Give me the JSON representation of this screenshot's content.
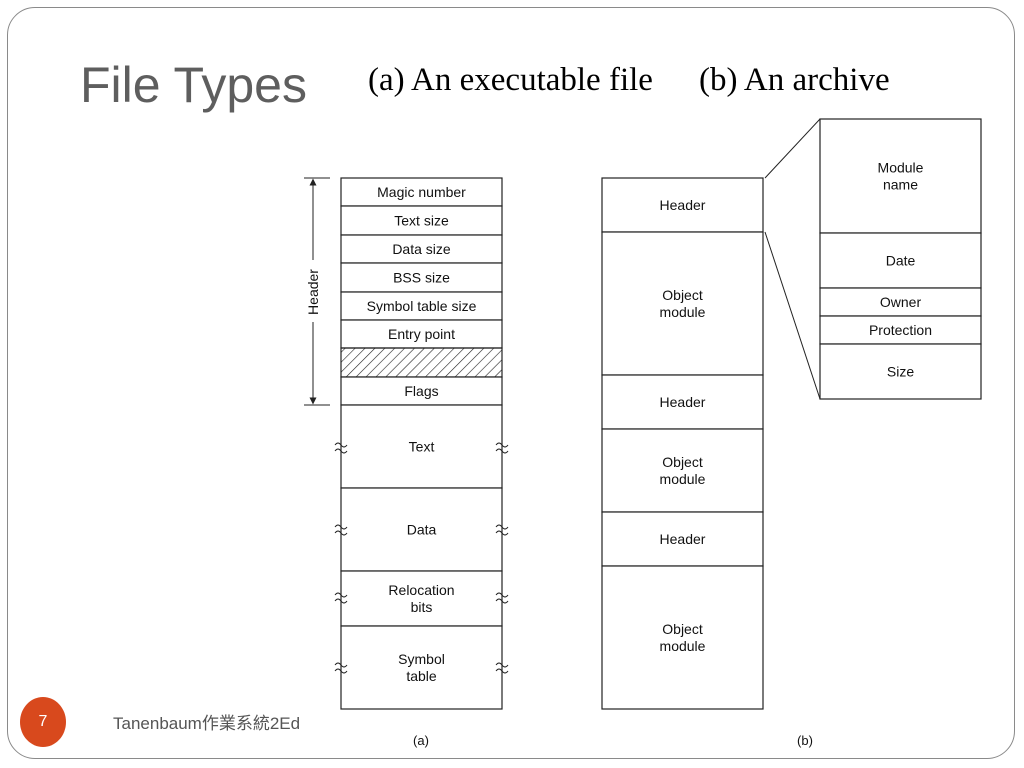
{
  "slide": {
    "title": "File Types",
    "subtitle_a": "(a) An executable file",
    "subtitle_b": "(b) An archive",
    "page_number": "7",
    "footer": "Tanenbaum作業系統2Ed"
  },
  "diagram": {
    "exec_header_label": "Header",
    "exec_fields": [
      {
        "label": [
          "Magic number"
        ]
      },
      {
        "label": [
          "Text size"
        ]
      },
      {
        "label": [
          "Data size"
        ]
      },
      {
        "label": [
          "BSS size"
        ]
      },
      {
        "label": [
          "Symbol table size"
        ]
      },
      {
        "label": [
          "Entry point"
        ]
      },
      {
        "label": [],
        "hatched": true
      },
      {
        "label": [
          "Flags"
        ]
      },
      {
        "label": [
          "Text"
        ]
      },
      {
        "label": [
          "Data"
        ]
      },
      {
        "label": [
          "Relocation",
          "bits"
        ]
      },
      {
        "label": [
          "Symbol",
          "table"
        ]
      }
    ],
    "archive_blocks": [
      {
        "label": [
          "Header"
        ]
      },
      {
        "label": [
          "Object",
          "module"
        ]
      },
      {
        "label": [
          "Header"
        ]
      },
      {
        "label": [
          "Object",
          "module"
        ]
      },
      {
        "label": [
          "Header"
        ]
      },
      {
        "label": [
          "Object",
          "module"
        ]
      }
    ],
    "header_detail": [
      {
        "label": [
          "Module",
          "name"
        ]
      },
      {
        "label": [
          "Date"
        ]
      },
      {
        "label": [
          "Owner"
        ]
      },
      {
        "label": [
          "Protection"
        ]
      },
      {
        "label": [
          "Size"
        ]
      }
    ],
    "caption_a": "(a)",
    "caption_b": "(b)"
  }
}
